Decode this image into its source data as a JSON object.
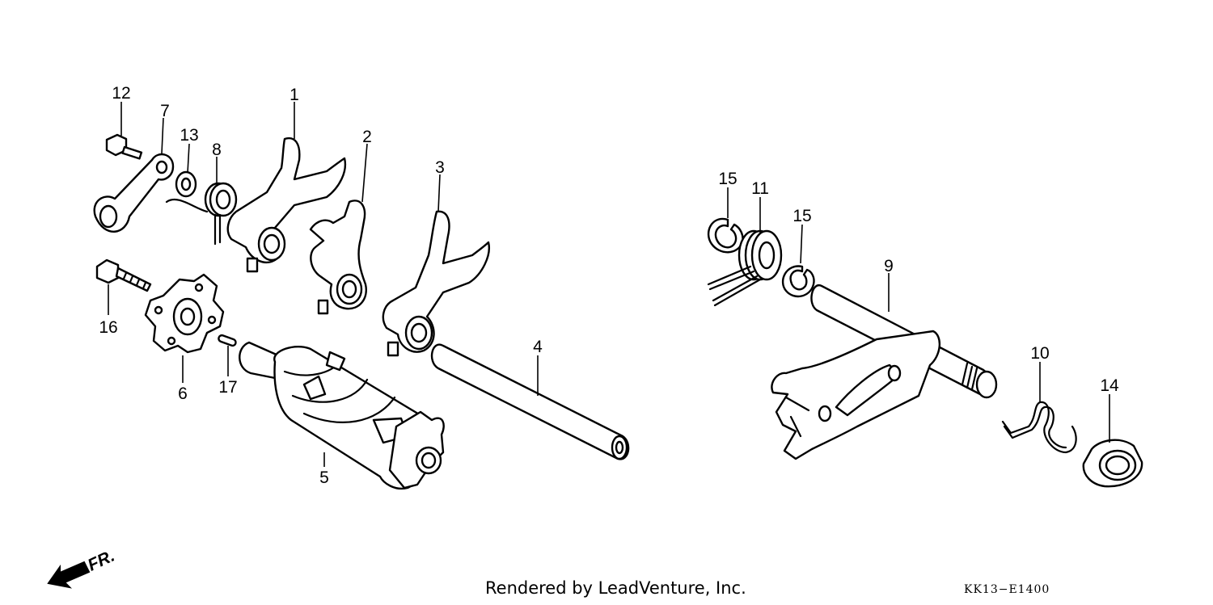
{
  "diagram": {
    "parts": [
      {
        "num": "1"
      },
      {
        "num": "2"
      },
      {
        "num": "3"
      },
      {
        "num": "4"
      },
      {
        "num": "5"
      },
      {
        "num": "6"
      },
      {
        "num": "7"
      },
      {
        "num": "8"
      },
      {
        "num": "9"
      },
      {
        "num": "10"
      },
      {
        "num": "11"
      },
      {
        "num": "12"
      },
      {
        "num": "13"
      },
      {
        "num": "14"
      },
      {
        "num": "15"
      },
      {
        "num": "15"
      },
      {
        "num": "16"
      },
      {
        "num": "17"
      }
    ],
    "direction_label": "FR."
  },
  "footer": {
    "credit": "Rendered by LeadVenture, Inc.",
    "code": "KK13−E1400"
  }
}
